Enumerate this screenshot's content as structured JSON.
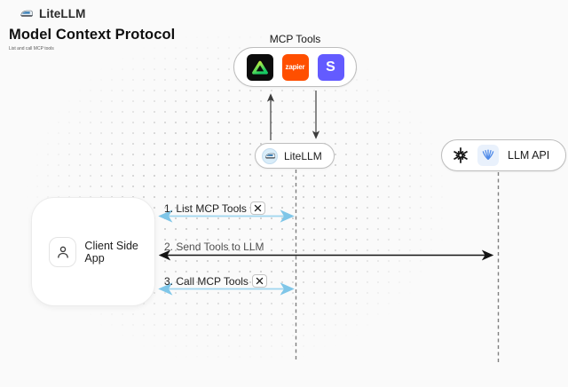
{
  "header": {
    "brand": "LiteLLM",
    "title": "Model Context Protocol",
    "subtitle": "List and call MCP tools"
  },
  "mcp_tools": {
    "label": "MCP Tools",
    "icons": [
      {
        "name": "triangle-gradient-icon"
      },
      {
        "name": "zapier-icon",
        "text": "zapier"
      },
      {
        "name": "stripe-icon",
        "text": "S"
      }
    ]
  },
  "nodes": {
    "litellm": {
      "label": "LiteLLM"
    },
    "llm_api": {
      "label": "LLM API"
    },
    "client": {
      "label": "Client Side App"
    }
  },
  "sequence": [
    {
      "label": "1. List MCP Tools",
      "tool_icon": true,
      "color": "blue"
    },
    {
      "label": "2. Send Tools to LLM",
      "tool_icon": false,
      "color": "black"
    },
    {
      "label": "3. Call MCP Tools",
      "tool_icon": true,
      "color": "blue"
    }
  ],
  "colors": {
    "background": "#fafafa",
    "arrow_blue": "#9fd6ef",
    "arrow_black": "#141414",
    "lifeline_gray": "#7f7f7f",
    "zapier_orange": "#ff4f00",
    "stripe_purple": "#635bff",
    "triangle_green": "#17c964",
    "triangle_yellow": "#d9f63f"
  }
}
